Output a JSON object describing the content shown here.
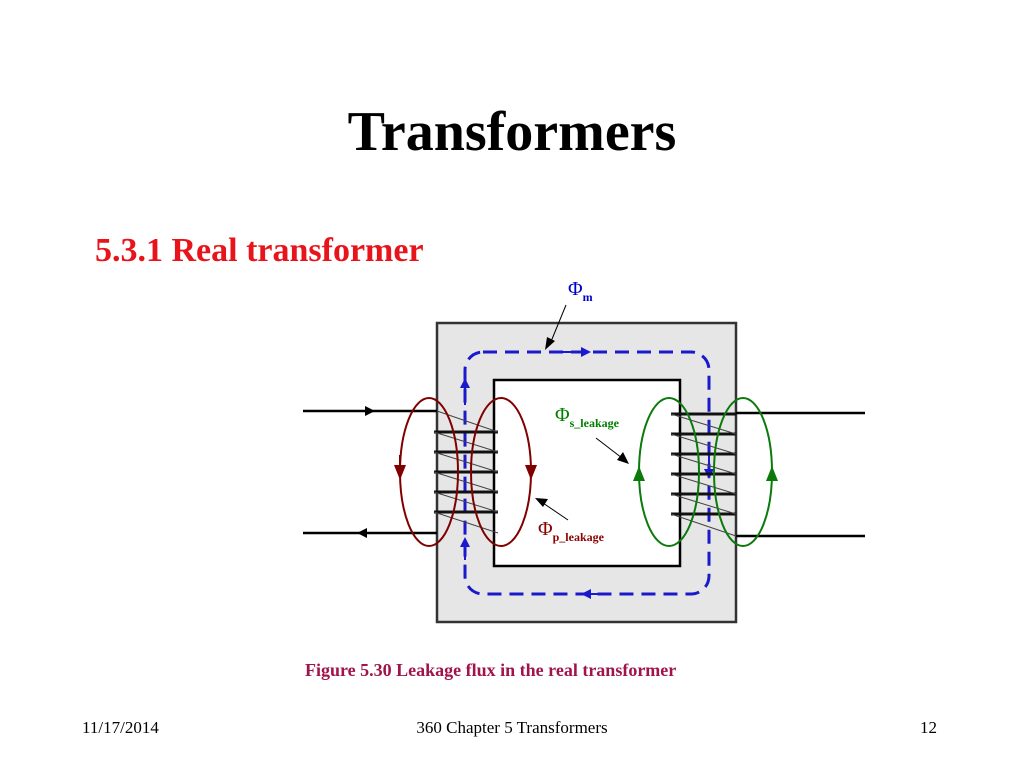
{
  "slide": {
    "title": "Transformers",
    "section_heading": "5.3.1 Real transformer"
  },
  "figure": {
    "label_main_flux": "Φ",
    "label_main_flux_sub": "m",
    "label_secondary_leakage": "Φ",
    "label_secondary_leakage_sub": "s_leakage",
    "label_primary_leakage": "Φ",
    "label_primary_leakage_sub": "p_leakage",
    "caption": "Figure 5.30  Leakage flux in the real transformer",
    "colors": {
      "core_fill": "#e6e6e6",
      "main_flux": "#1a1acc",
      "primary_leakage": "#800000",
      "secondary_leakage": "#0b7a0b",
      "main_flux_label": "#0000cc",
      "secondary_leakage_label": "#008000",
      "primary_leakage_label": "#8b0000"
    }
  },
  "footer": {
    "date": "11/17/2014",
    "center": "360 Chapter 5  Transformers",
    "page_number": "12"
  }
}
